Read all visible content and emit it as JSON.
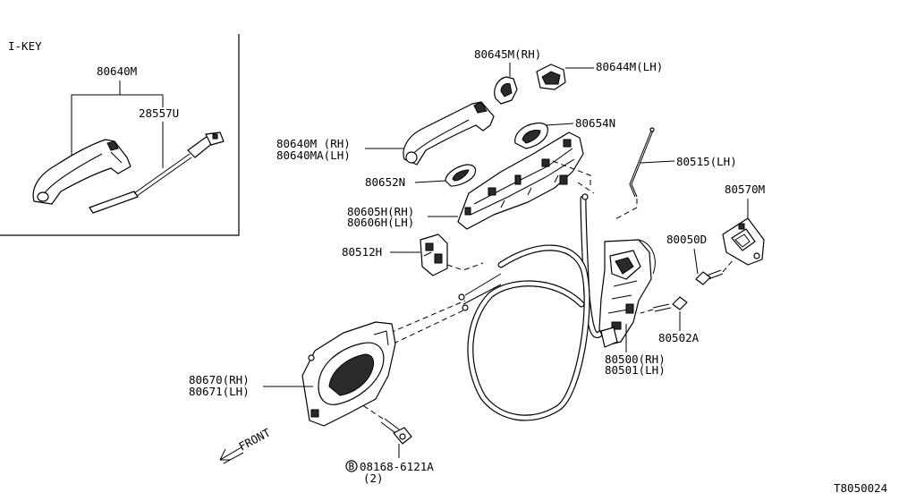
{
  "section_label": "I-KEY",
  "diagram_id": "T8050024",
  "front_label": "FRONT",
  "callouts": {
    "ikey_handle": "80640M",
    "ikey_antenna": "28557U",
    "escutcheon_rh": "80645M(RH)",
    "escutcheon_lh": "80644M(LH)",
    "gasket_front": "80654N",
    "outside_handle_rh": "80640M (RH)",
    "outside_handle_lh": "80640MA(LH)",
    "rod": "80515(LH)",
    "gasket_rear": "80652N",
    "striker": "80570M",
    "bracket_rh": "80605H(RH)",
    "bracket_lh": "80606H(LH)",
    "striker_screw": "80050D",
    "protector": "80512H",
    "lock_screw": "80502A",
    "inside_handle_rh": "80670(RH)",
    "inside_handle_lh": "80671(LH)",
    "lock_rh": "80500(RH)",
    "lock_lh": "80501(LH)",
    "bolt_ref": "08168-6121A",
    "bolt_marker": "B",
    "bolt_qty": "(2)"
  }
}
